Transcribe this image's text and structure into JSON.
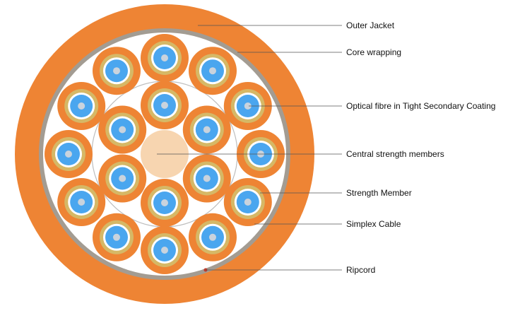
{
  "labels": {
    "outer_jacket": "Outer Jacket",
    "core_wrapping": "Core wrapping",
    "optical_fibre": "Optical fibre in Tight Secondary Coating",
    "central_strength": "Central strength members",
    "strength_member": "Strength Member",
    "simplex_cable": "Simplex Cable",
    "ripcord": "Ripcord"
  },
  "colors": {
    "jacket": "#ee8434",
    "core_wrapping": "#a39c92",
    "interior": "#ffffff",
    "simplex_jacket": "#ee8434",
    "strength_yarn": "#d6b866",
    "buffer": "#4aa6ef",
    "fibre_core": "#c9d3dd",
    "central_member": "#f7d5b0",
    "ripcord": "#c0392b",
    "inner_ring": "#bdbdbd"
  }
}
